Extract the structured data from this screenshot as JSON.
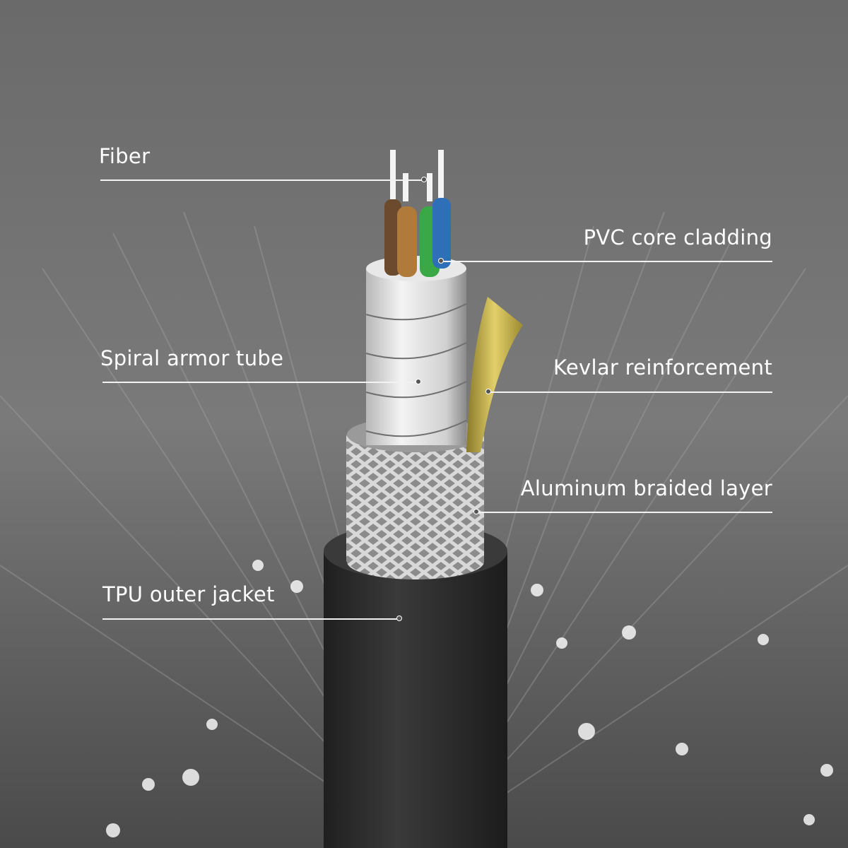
{
  "labels": {
    "fiber": "Fiber",
    "pvc": "PVC core cladding",
    "spiral": "Spiral armor tube",
    "kevlar": "Kevlar reinforcement",
    "braid": "Aluminum braided layer",
    "tpu": "TPU outer jacket"
  },
  "colors": {
    "background": "#6e6e6e",
    "jacket": "#2f2f2f",
    "core_brown": "#6b4a2e",
    "core_orange": "#b07a3a",
    "core_green": "#3aa845",
    "core_blue": "#2f6fb8",
    "kevlar": "#c9b244"
  }
}
